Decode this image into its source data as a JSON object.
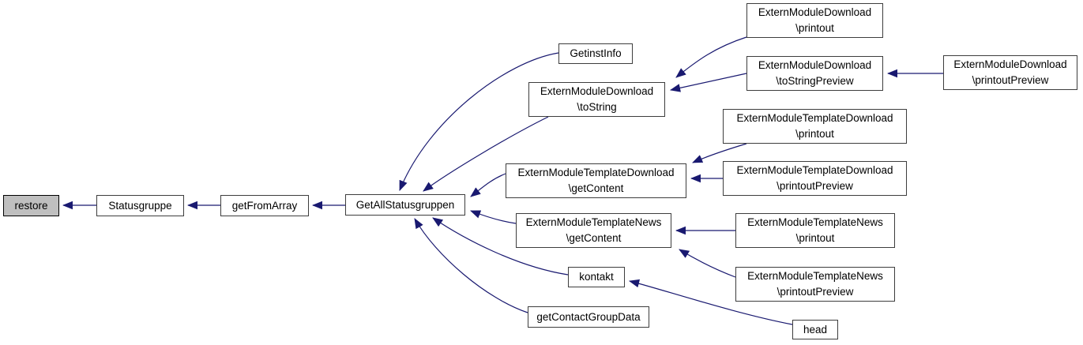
{
  "diagram": {
    "type": "call-graph",
    "colors": {
      "edge": "#191970",
      "node_border": "#3d3d3d",
      "node_bg": "#ffffff",
      "highlight_bg": "#bfbfbf",
      "text": "#000000"
    },
    "nodes": [
      {
        "id": "restore",
        "lines": [
          "restore"
        ],
        "highlighted": true
      },
      {
        "id": "statusgruppe",
        "lines": [
          "Statusgruppe"
        ]
      },
      {
        "id": "getfromarray",
        "lines": [
          "getFromArray"
        ]
      },
      {
        "id": "getallstatusgruppen",
        "lines": [
          "GetAllStatusgruppen"
        ]
      },
      {
        "id": "getinstinfo",
        "lines": [
          "GetinstInfo"
        ]
      },
      {
        "id": "emd-tostring",
        "lines": [
          "ExternModuleDownload",
          "\\toString"
        ]
      },
      {
        "id": "emd-printout",
        "lines": [
          "ExternModuleDownload",
          "\\printout"
        ]
      },
      {
        "id": "emd-tostringpreview",
        "lines": [
          "ExternModuleDownload",
          "\\toStringPreview"
        ]
      },
      {
        "id": "emd-printoutpreview",
        "lines": [
          "ExternModuleDownload",
          "\\printoutPreview"
        ]
      },
      {
        "id": "emtd-printout",
        "lines": [
          "ExternModuleTemplateDownload",
          "\\printout"
        ]
      },
      {
        "id": "emtd-getcontent",
        "lines": [
          "ExternModuleTemplateDownload",
          "\\getContent"
        ]
      },
      {
        "id": "emtd-printoutpreview",
        "lines": [
          "ExternModuleTemplateDownload",
          "\\printoutPreview"
        ]
      },
      {
        "id": "emtn-getcontent",
        "lines": [
          "ExternModuleTemplateNews",
          "\\getContent"
        ]
      },
      {
        "id": "emtn-printout",
        "lines": [
          "ExternModuleTemplateNews",
          "\\printout"
        ]
      },
      {
        "id": "kontakt",
        "lines": [
          "kontakt"
        ]
      },
      {
        "id": "emtn-printoutpreview",
        "lines": [
          "ExternModuleTemplateNews",
          "\\printoutPreview"
        ]
      },
      {
        "id": "getcontactgroupdata",
        "lines": [
          "getContactGroupData"
        ]
      },
      {
        "id": "head",
        "lines": [
          "head"
        ]
      }
    ],
    "edges": [
      {
        "from": "Statusgruppe",
        "to": "restore"
      },
      {
        "from": "getFromArray",
        "to": "Statusgruppe"
      },
      {
        "from": "GetAllStatusgruppen",
        "to": "getFromArray"
      },
      {
        "from": "GetinstInfo",
        "to": "GetAllStatusgruppen"
      },
      {
        "from": "ExternModuleDownload\\toString",
        "to": "GetAllStatusgruppen"
      },
      {
        "from": "ExternModuleTemplateDownload\\getContent",
        "to": "GetAllStatusgruppen"
      },
      {
        "from": "ExternModuleTemplateNews\\getContent",
        "to": "GetAllStatusgruppen"
      },
      {
        "from": "kontakt",
        "to": "GetAllStatusgruppen"
      },
      {
        "from": "getContactGroupData",
        "to": "GetAllStatusgruppen"
      },
      {
        "from": "ExternModuleDownload\\printout",
        "to": "ExternModuleDownload\\toString"
      },
      {
        "from": "ExternModuleDownload\\toStringPreview",
        "to": "ExternModuleDownload\\toString"
      },
      {
        "from": "ExternModuleDownload\\printoutPreview",
        "to": "ExternModuleDownload\\toStringPreview"
      },
      {
        "from": "ExternModuleTemplateDownload\\printout",
        "to": "ExternModuleTemplateDownload\\getContent"
      },
      {
        "from": "ExternModuleTemplateDownload\\printoutPreview",
        "to": "ExternModuleTemplateDownload\\getContent"
      },
      {
        "from": "ExternModuleTemplateNews\\printout",
        "to": "ExternModuleTemplateNews\\getContent"
      },
      {
        "from": "ExternModuleTemplateNews\\printoutPreview",
        "to": "ExternModuleTemplateNews\\getContent"
      },
      {
        "from": "head",
        "to": "kontakt"
      }
    ]
  }
}
